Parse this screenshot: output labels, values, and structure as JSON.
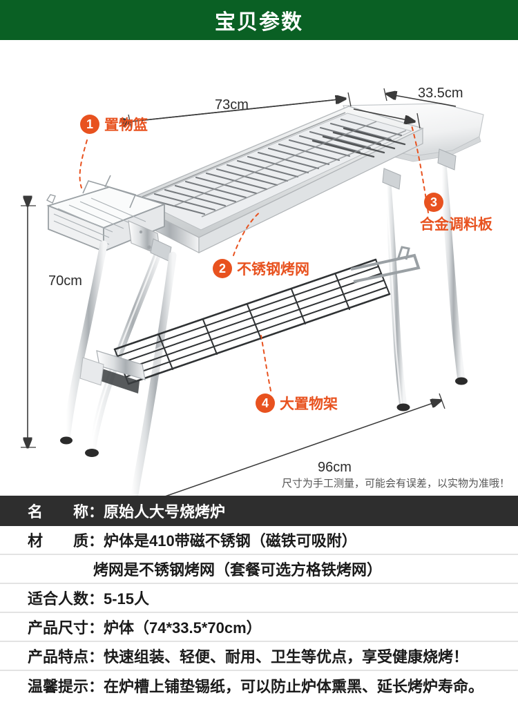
{
  "header": {
    "title": "宝贝参数"
  },
  "illustration": {
    "callouts": [
      {
        "num": "1",
        "label": "置物篮"
      },
      {
        "num": "2",
        "label": "不锈钢烤网"
      },
      {
        "num": "3",
        "label": "合金调料板"
      },
      {
        "num": "4",
        "label": "大置物架"
      }
    ],
    "dimensions": {
      "top_width": "73cm",
      "depth": "33.5cm",
      "height": "70cm",
      "base_width": "96cm"
    },
    "note": "尺寸为手工测量，可能会有误差，以实物为准哦！",
    "accent_color": "#e8521f",
    "header_color": "#0a6024"
  },
  "specs": [
    {
      "text": "名　　称：原始人大号烧烤炉",
      "style": "dark"
    },
    {
      "text": "材　　质：炉体是410带磁不锈钢（磁铁可吸附）",
      "style": "normal"
    },
    {
      "text": "烤网是不锈钢烤网（套餐可选方格铁烤网）",
      "style": "indent"
    },
    {
      "text": "适合人数：5-15人",
      "style": "normal"
    },
    {
      "text": "产品尺寸：炉体（74*33.5*70cm）",
      "style": "normal"
    },
    {
      "text": "产品特点：快速组装、轻便、耐用、卫生等优点，享受健康烧烤！",
      "style": "normal"
    },
    {
      "text": "温馨提示：在炉槽上铺垫锡纸，可以防止炉体熏黑、延长烤炉寿命。",
      "style": "normal"
    }
  ]
}
